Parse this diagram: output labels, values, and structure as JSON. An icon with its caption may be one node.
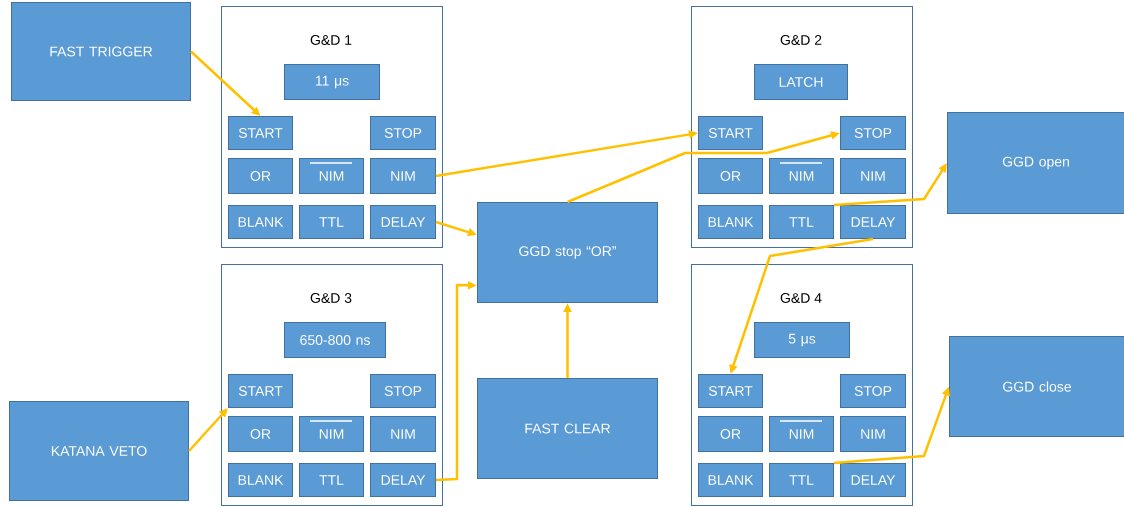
{
  "diagram": {
    "nodes": [
      {
        "text": [
          "FAST TRIGGER"
        ]
      },
      {
        "text": [
          "G&D 1"
        ]
      },
      {
        "text": [
          "11 μs"
        ],
        "in": 1
      },
      {
        "text": [
          "START"
        ],
        "in": 1
      },
      {
        "text": [
          "STOP"
        ],
        "in": 1
      },
      {
        "text": [
          "OR"
        ],
        "in": 1
      },
      {
        "text": [
          "NIM"
        ],
        "in": 1
      },
      {
        "text": [
          "NIM"
        ],
        "in": 1
      },
      {
        "text": [
          "BLANK"
        ],
        "in": 1
      },
      {
        "text": [
          "TTL"
        ],
        "in": 1
      },
      {
        "text": [
          "DELAY"
        ],
        "in": 1
      },
      {
        "text": [
          "G&D 2"
        ]
      },
      {
        "text": [
          "LATCH"
        ],
        "in": 11
      },
      {
        "text": [
          "START"
        ],
        "in": 11
      },
      {
        "text": [
          "STOP"
        ],
        "in": 11
      },
      {
        "text": [
          "OR"
        ],
        "in": 11
      },
      {
        "text": [
          "NIM"
        ],
        "in": 11
      },
      {
        "text": [
          "NIM"
        ],
        "in": 11
      },
      {
        "text": [
          "BLANK"
        ],
        "in": 11
      },
      {
        "text": [
          "TTL"
        ],
        "in": 11
      },
      {
        "text": [
          "DELAY"
        ],
        "in": 11
      },
      {
        "text": [
          "GGD open"
        ]
      },
      {
        "text": [
          "GGD stop “OR”"
        ]
      },
      {
        "text": [
          "KATANA VETO"
        ]
      },
      {
        "text": [
          "G&D 3"
        ]
      },
      {
        "text": [
          "650-800 ns"
        ],
        "in": 24
      },
      {
        "text": [
          "START"
        ],
        "in": 24
      },
      {
        "text": [
          "STOP"
        ],
        "in": 24
      },
      {
        "text": [
          "OR"
        ],
        "in": 24
      },
      {
        "text": [
          "NIM"
        ],
        "in": 24
      },
      {
        "text": [
          "NIM"
        ],
        "in": 24
      },
      {
        "text": [
          "BLANK"
        ],
        "in": 24
      },
      {
        "text": [
          "TTL"
        ],
        "in": 24
      },
      {
        "text": [
          "DELAY"
        ],
        "in": 24
      },
      {
        "text": [
          "FAST CLEAR"
        ]
      },
      {
        "text": [
          "G&D 4"
        ]
      },
      {
        "text": [
          "5 μs"
        ],
        "in": 35
      },
      {
        "text": [
          "START"
        ],
        "in": 35
      },
      {
        "text": [
          "STOP"
        ],
        "in": 35
      },
      {
        "text": [
          "OR"
        ],
        "in": 35
      },
      {
        "text": [
          "NIM"
        ],
        "in": 35
      },
      {
        "text": [
          "NIM"
        ],
        "in": 35
      },
      {
        "text": [
          "BLANK"
        ],
        "in": 35
      },
      {
        "text": [
          "TTL"
        ],
        "in": 35
      },
      {
        "text": [
          "DELAY"
        ],
        "in": 35
      },
      {
        "text": [
          "GGD close"
        ]
      }
    ],
    "edges": [
      {
        "from": 0,
        "to": 3,
        "arrow": "to"
      },
      {
        "from": 7,
        "to": 13,
        "arrow": "to"
      },
      {
        "from": 10,
        "to": 22,
        "arrow": "to"
      },
      {
        "from": 22,
        "to": 14,
        "arrow": "to"
      },
      {
        "from": 19,
        "to": 21,
        "arrow": "to"
      },
      {
        "from": 20,
        "to": 37,
        "arrow": "to"
      },
      {
        "from": 23,
        "to": 26,
        "arrow": "to"
      },
      {
        "from": 33,
        "to": 22,
        "arrow": "to"
      },
      {
        "from": 34,
        "to": 22,
        "arrow": "to"
      },
      {
        "from": 43,
        "to": 45,
        "arrow": "to"
      }
    ]
  }
}
